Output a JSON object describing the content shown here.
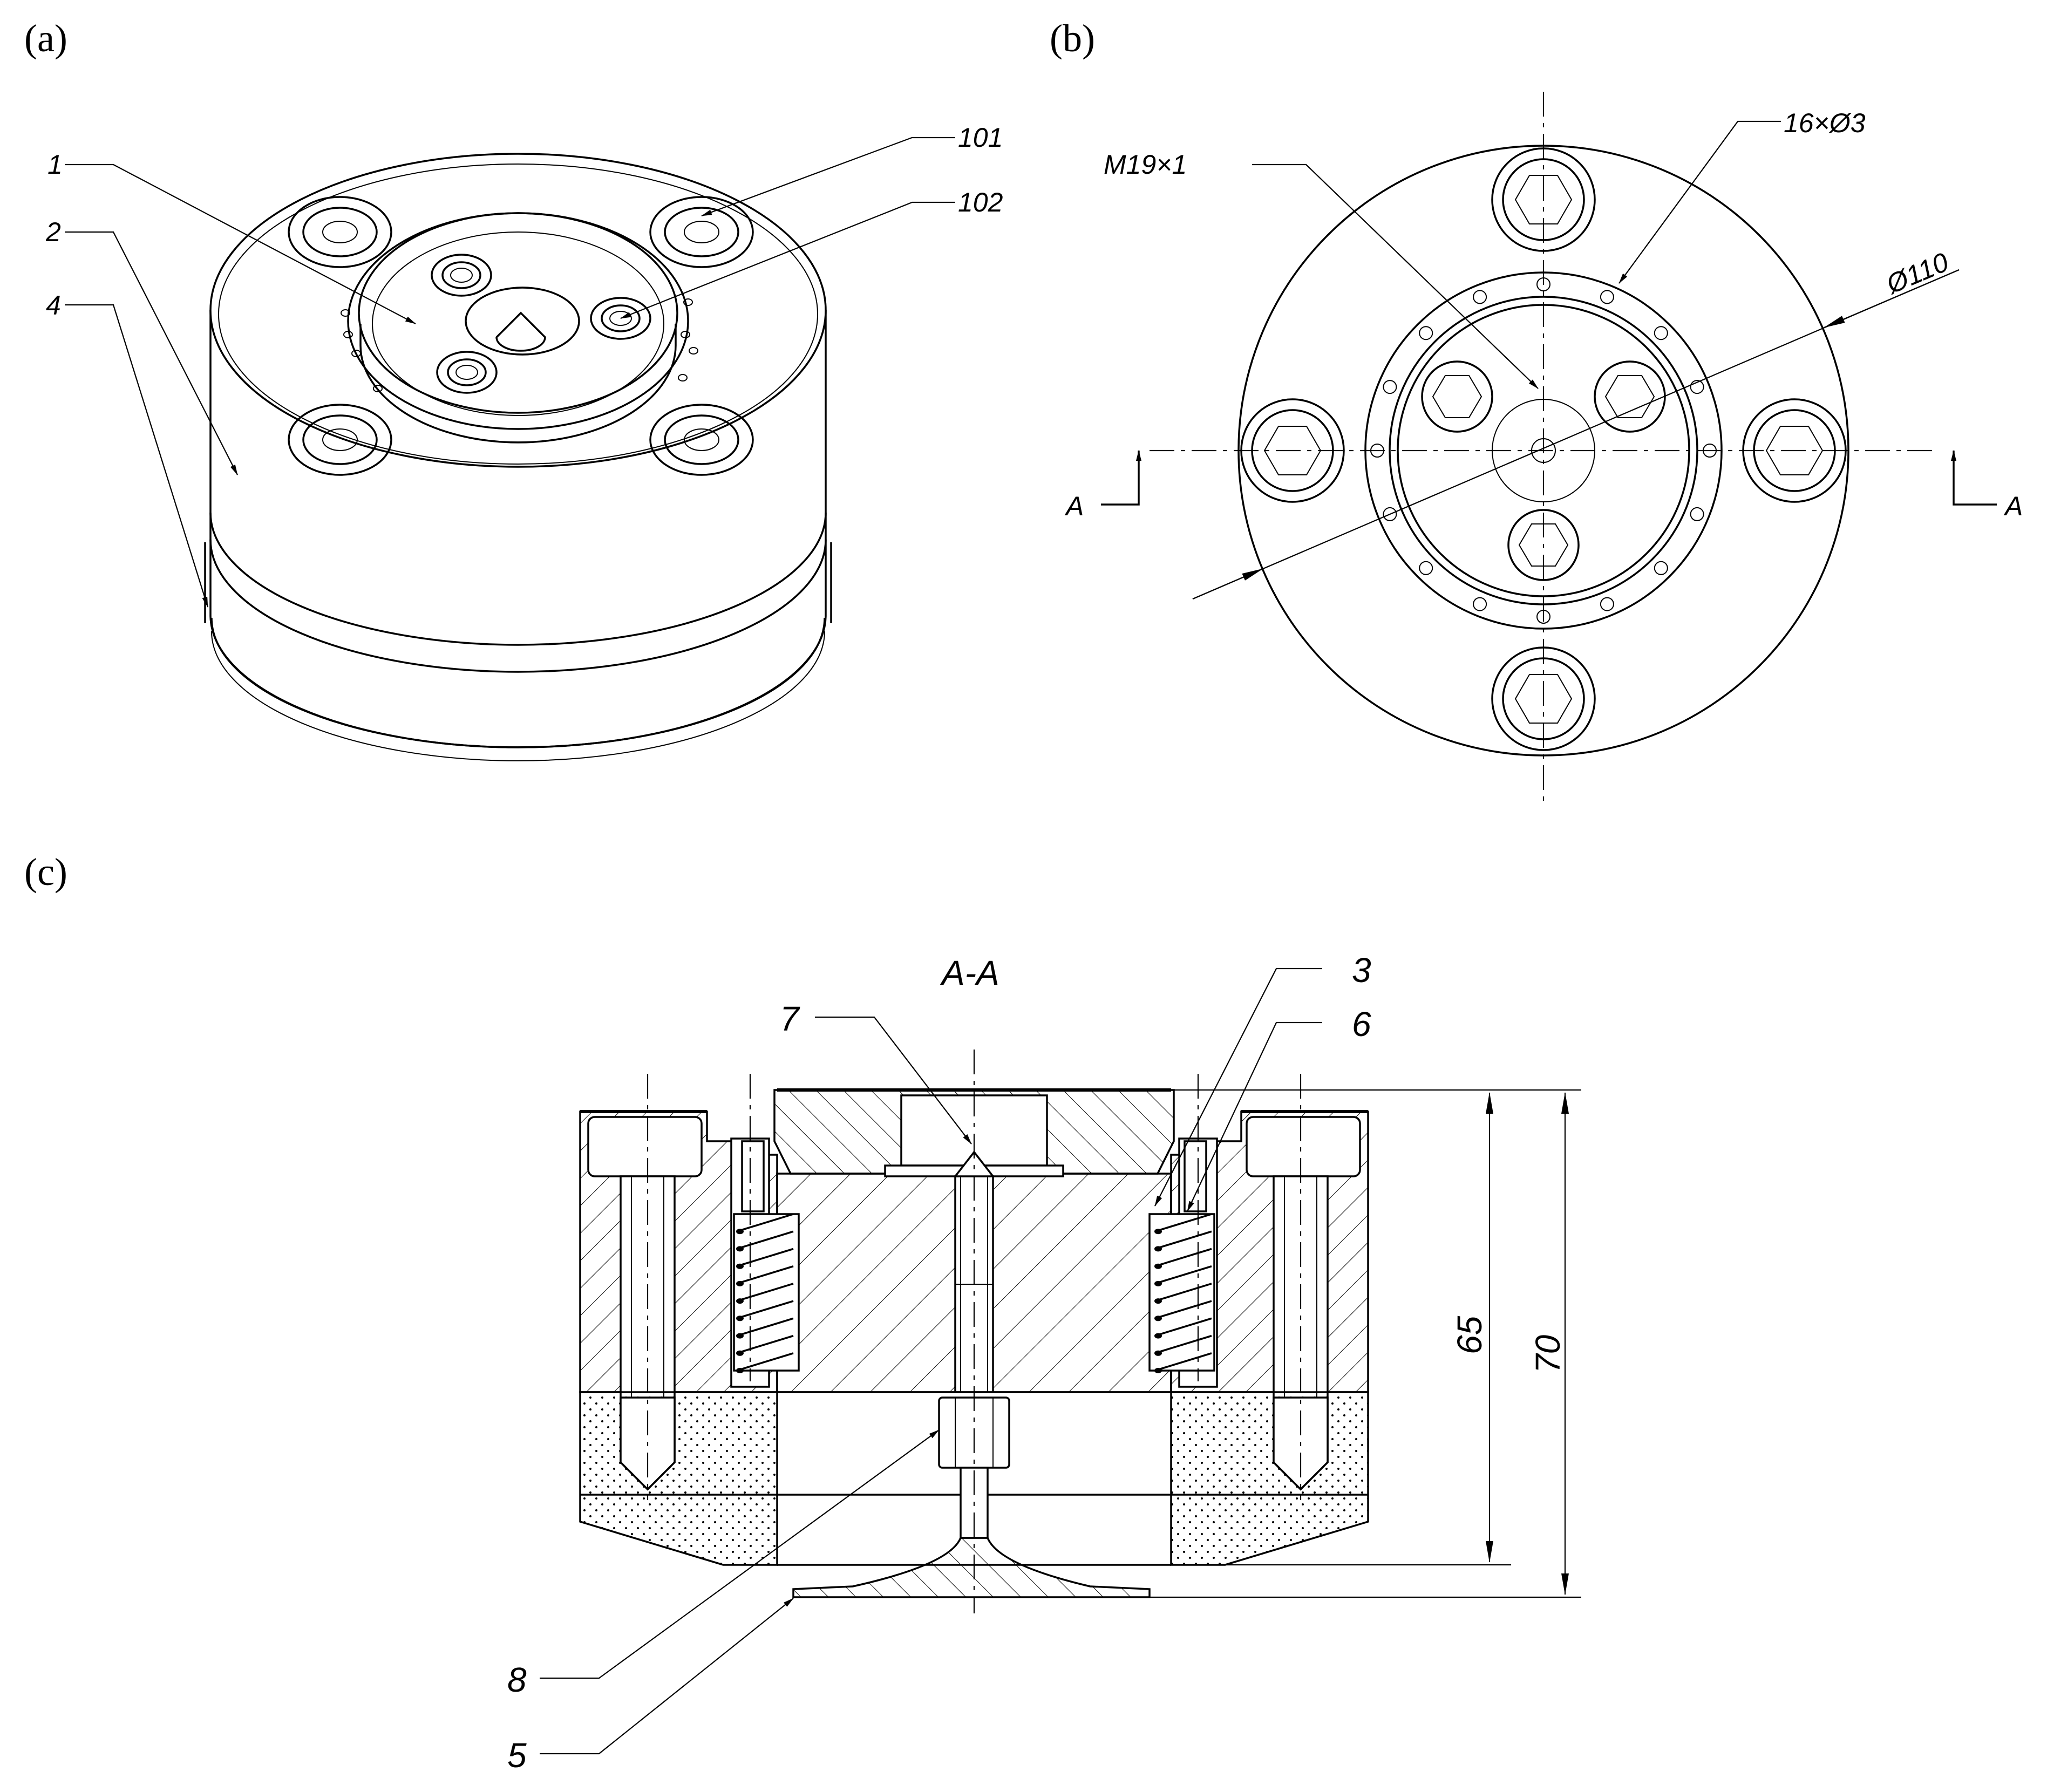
{
  "panels": {
    "a": {
      "label": "(a)"
    },
    "b": {
      "label": "(b)"
    },
    "c": {
      "label": "(c)"
    }
  },
  "callouts_a": {
    "c1": "1",
    "c2": "2",
    "c4": "4",
    "c101": "101",
    "c102": "102"
  },
  "callouts_b": {
    "thread": "M19×1",
    "holes": "16×Ø3",
    "diameter": "Ø110",
    "section_left": "A",
    "section_right": "A"
  },
  "section_c": {
    "title": "A-A",
    "c3": "3",
    "c5": "5",
    "c6": "6",
    "c7": "7",
    "c8": "8",
    "dim_65": "65",
    "dim_70": "70"
  }
}
